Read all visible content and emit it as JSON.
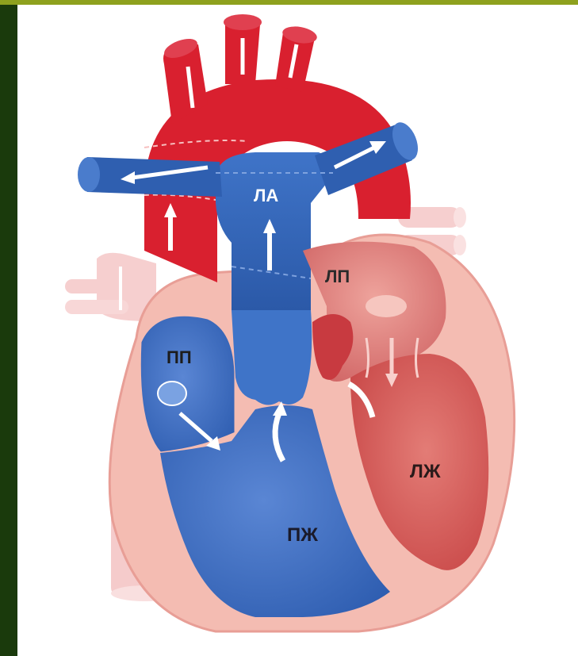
{
  "labels": {
    "pulmonary_artery": "ЛА",
    "left_atrium": "ЛП",
    "right_atrium": "ПП",
    "left_ventricle": "ЛЖ",
    "right_ventricle": "ПЖ"
  },
  "colors": {
    "frame_bg": "#1a3a0c",
    "frame_accent": "#8ea11e",
    "aorta_red": "#d8202e",
    "pulmonary_blue": "#2f5fb0",
    "heart_pink": "#f2b6ae",
    "left_heart_red": "#d65a5a",
    "right_heart_blue": "#3b6ec0"
  }
}
